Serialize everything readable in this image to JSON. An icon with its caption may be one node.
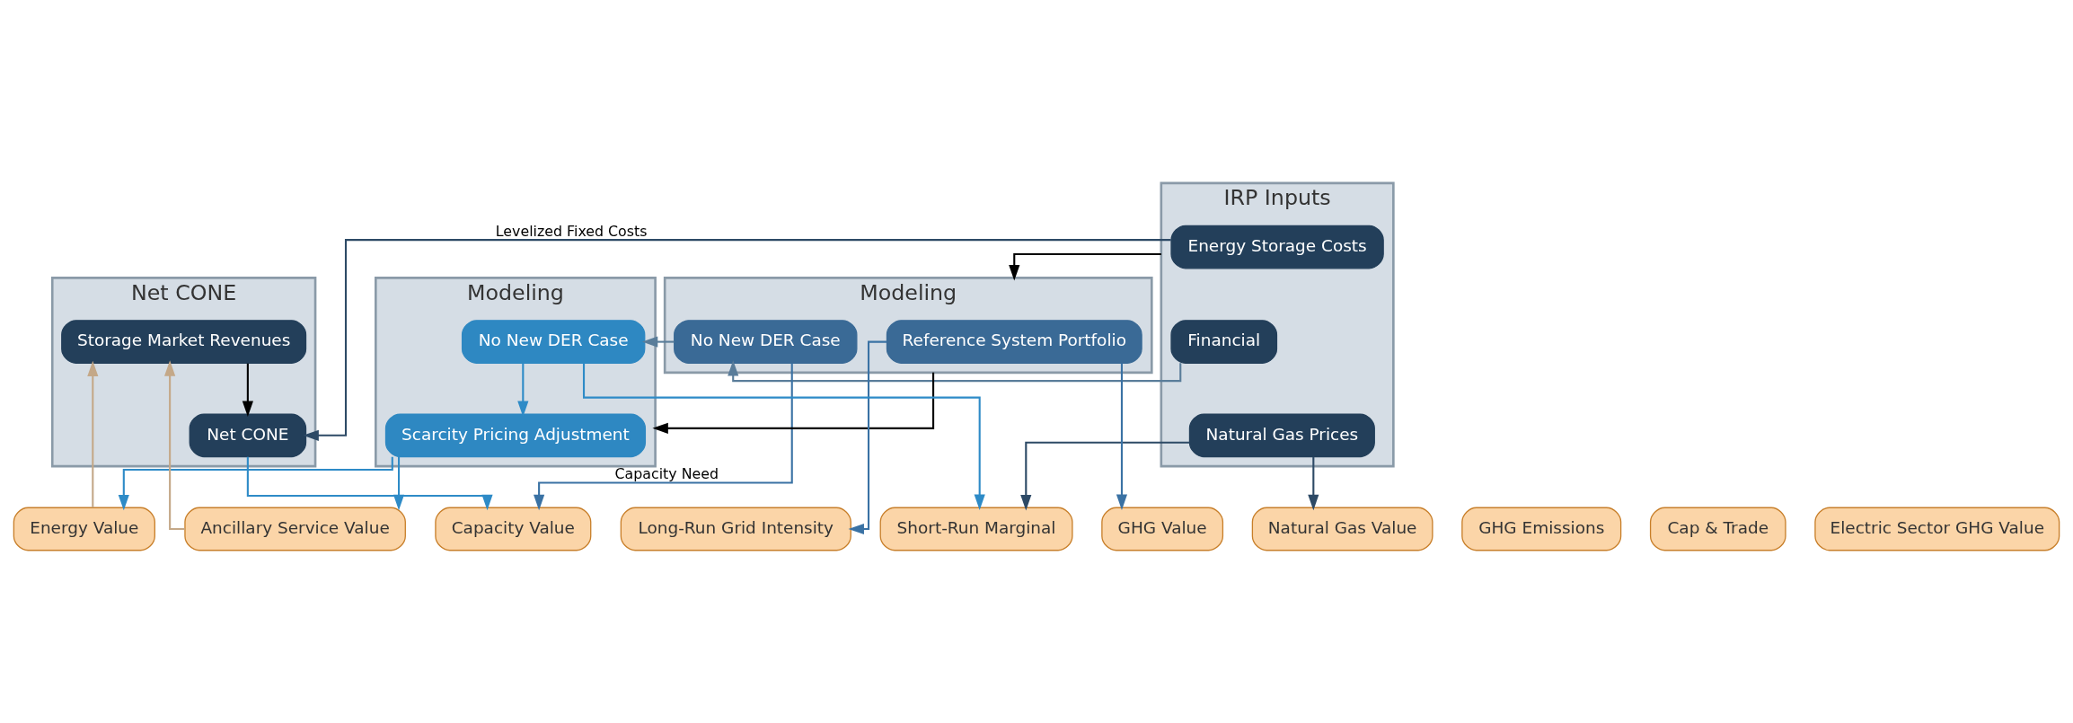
{
  "diagram": {
    "nodes": [
      {
        "text": [
          "IRP Inputs"
        ]
      },
      {
        "text": [
          "Financial"
        ],
        "in": 0
      },
      {
        "text": [
          "Natural Gas Prices"
        ],
        "in": 0
      },
      {
        "text": [
          "Energy Storage Costs"
        ],
        "in": 0
      },
      {
        "text": [
          "Modeling"
        ]
      },
      {
        "text": [
          "No New DER Case"
        ],
        "in": 4
      },
      {
        "text": [
          "Reference System Portfolio"
        ],
        "in": 4
      },
      {
        "text": [
          "Modeling"
        ]
      },
      {
        "text": [
          "No New DER Case"
        ],
        "in": 7
      },
      {
        "text": [
          "Scarcity Pricing Adjustment"
        ],
        "in": 7
      },
      {
        "text": [
          "Net CONE"
        ]
      },
      {
        "text": [
          "Storage Market Revenues"
        ],
        "in": 10
      },
      {
        "text": [
          "Net CONE"
        ],
        "in": 10
      },
      {
        "text": [
          "Natural Gas Value"
        ]
      },
      {
        "text": [
          "Energy Value"
        ]
      },
      {
        "text": [
          "Ancillary Service Value"
        ]
      },
      {
        "text": [
          "GHG Value"
        ]
      },
      {
        "text": [
          "GHG Emissions"
        ]
      },
      {
        "text": [
          "Capacity Value"
        ]
      },
      {
        "text": [
          "Cap & Trade"
        ]
      },
      {
        "text": [
          "Electric Sector GHG Value"
        ]
      },
      {
        "text": [
          "Short-Run Marginal"
        ]
      },
      {
        "text": [
          "Long-Run Grid Intensity"
        ]
      }
    ],
    "edges": [
      {
        "from": 0,
        "to": 4,
        "arrow": "to",
        "color": "#000000"
      },
      {
        "from": 4,
        "to": 7,
        "arrow": "to",
        "color": "#000000"
      },
      {
        "from": 1,
        "to": 5,
        "arrow": "to",
        "color": "#5a7d9a"
      },
      {
        "from": 5,
        "to": 8,
        "arrow": "to",
        "color": "#5a7d9a"
      },
      {
        "from": 8,
        "to": 9,
        "arrow": "to",
        "color": "#2e8bc7"
      },
      {
        "from": 11,
        "to": 12,
        "arrow": "to",
        "color": "#000000"
      },
      {
        "from": 12,
        "to": 18,
        "arrow": "to",
        "color": "#2e8bc7"
      },
      {
        "from": 2,
        "to": 13,
        "arrow": "to",
        "color": "#2d4a66"
      },
      {
        "from": 2,
        "to": 21,
        "arrow": "to",
        "color": "#2d4a66"
      },
      {
        "from": 3,
        "to": 12,
        "arrow": "to",
        "label": "Levelized Fixed Costs",
        "color": "#2d4a66"
      },
      {
        "from": 5,
        "to": 18,
        "arrow": "to",
        "label": "Capacity Need",
        "color": "#3a72a4"
      },
      {
        "from": 8,
        "to": 21,
        "arrow": "to",
        "color": "#2e8bc7"
      },
      {
        "from": 9,
        "to": 14,
        "arrow": "to",
        "color": "#2e8bc7"
      },
      {
        "from": 9,
        "to": 15,
        "arrow": "to",
        "color": "#2e8bc7"
      },
      {
        "from": 6,
        "to": 16,
        "arrow": "to",
        "color": "#3a72a4"
      },
      {
        "from": 6,
        "to": 22,
        "arrow": "to",
        "color": "#3a72a4"
      },
      {
        "from": 14,
        "to": 11,
        "arrow": "to",
        "color": "#c4a888"
      },
      {
        "from": 15,
        "to": 11,
        "arrow": "to",
        "color": "#c4a888"
      }
    ]
  }
}
